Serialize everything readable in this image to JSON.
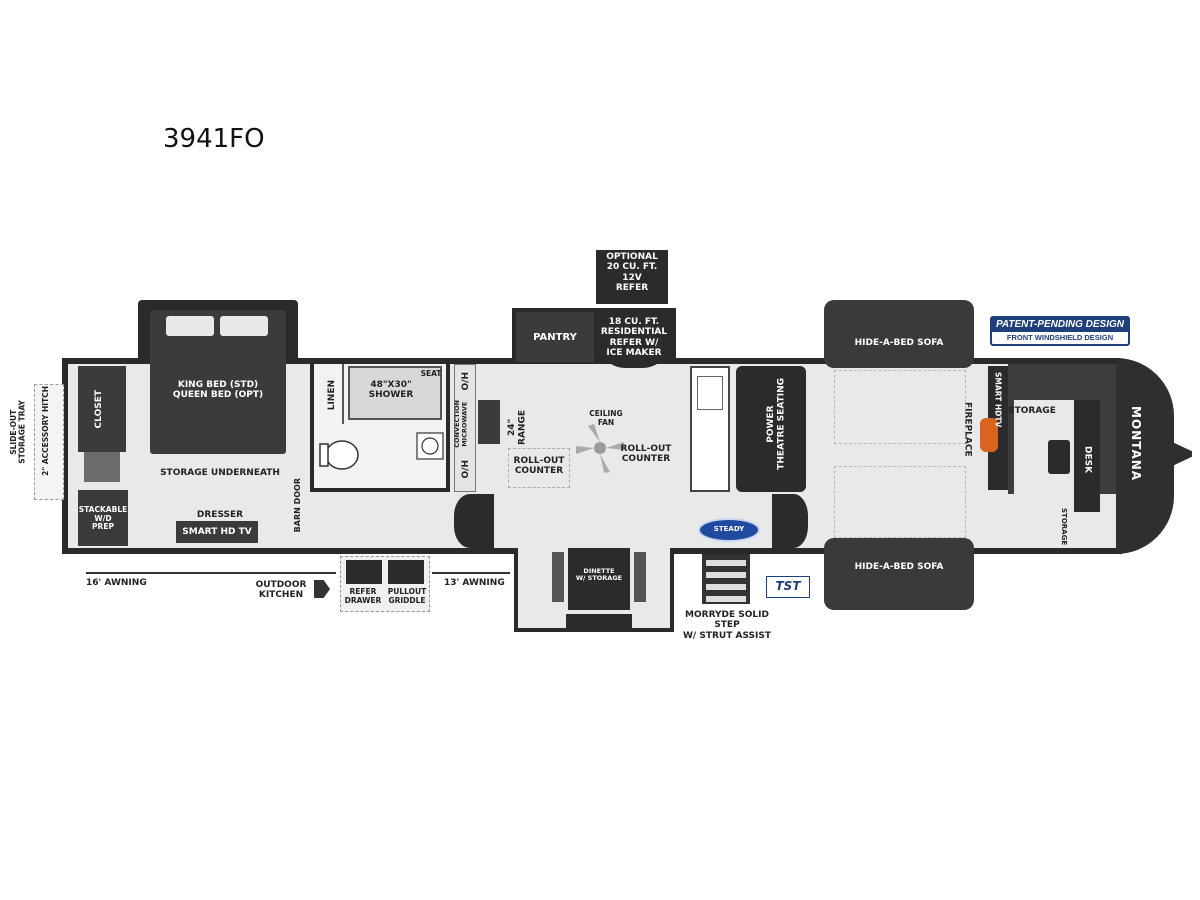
{
  "model": "3941FO",
  "labels": {
    "optional_refer": "OPTIONAL\n20 CU. FT.\n12V\nREFER",
    "pantry": "PANTRY",
    "residential_refer": "18 CU. FT.\nRESIDENTIAL\nREFER W/\nICE MAKER",
    "hide_a_bed_top": "HIDE-A-BED SOFA",
    "hide_a_bed_bottom": "HIDE-A-BED SOFA",
    "patent_top": "PATENT-PENDING DESIGN",
    "patent_bottom": "FRONT WINDSHIELD DESIGN",
    "king_bed": "KING BED (STD)\nQUEEN BED (OPT)",
    "closet": "CLOSET",
    "linen": "LINEN",
    "shower": "48\"X30\"\nSHOWER",
    "seat": "SEAT",
    "oh_top": "O/H",
    "oh_bottom": "O/H",
    "convection": "CONVECTION\nMICROWAVE",
    "range": "24\"\nRANGE",
    "ceiling_fan": "CEILING\nFAN",
    "rollout_counter_right": "ROLL-OUT\nCOUNTER",
    "rollout_counter_left": "ROLL-OUT\nCOUNTER",
    "power_theatre": "POWER\nTHEATRE SEATING",
    "fireplace": "FIREPLACE",
    "smart_hdtv": "SMART HDTV",
    "storage_front": "STORAGE",
    "desk": "DESK",
    "storage_side": "STORAGE",
    "montana": "MONTANA",
    "slide_out_tray": "SLIDE-OUT\nSTORAGE TRAY",
    "accessory_hitch": "2\" ACCESSORY HITCH",
    "storage_underneath": "STORAGE UNDERNEATH",
    "stackable": "STACKABLE\nW/D\nPREP",
    "dresser": "DRESSER",
    "smart_hd_tv": "SMART HD TV",
    "barn_door": "BARN DOOR",
    "awning_16": "16' AWNING",
    "outdoor_kitchen": "OUTDOOR\nKITCHEN",
    "refer_drawer": "REFER\nDRAWER",
    "pullout_griddle": "PULLOUT\nGRIDDLE",
    "awning_13": "13' AWNING",
    "dinette": "DINETTE\nW/ STORAGE",
    "morryde": "MORRYDE SOLID STEP\nW/ STRUT ASSIST",
    "tst": "TST",
    "steady": "STEADY"
  },
  "colors": {
    "wall": "#2a2a2c",
    "furniture": "#3b3b3e",
    "floor": "#e9e9ea",
    "patent_blue": "#1e3f7a",
    "fireplace": "#d9641e"
  },
  "icons": [
    "ceiling-fan-icon",
    "toilet-icon",
    "sink-icon",
    "steps-icon",
    "fireplace-icon",
    "arrow-icon"
  ]
}
